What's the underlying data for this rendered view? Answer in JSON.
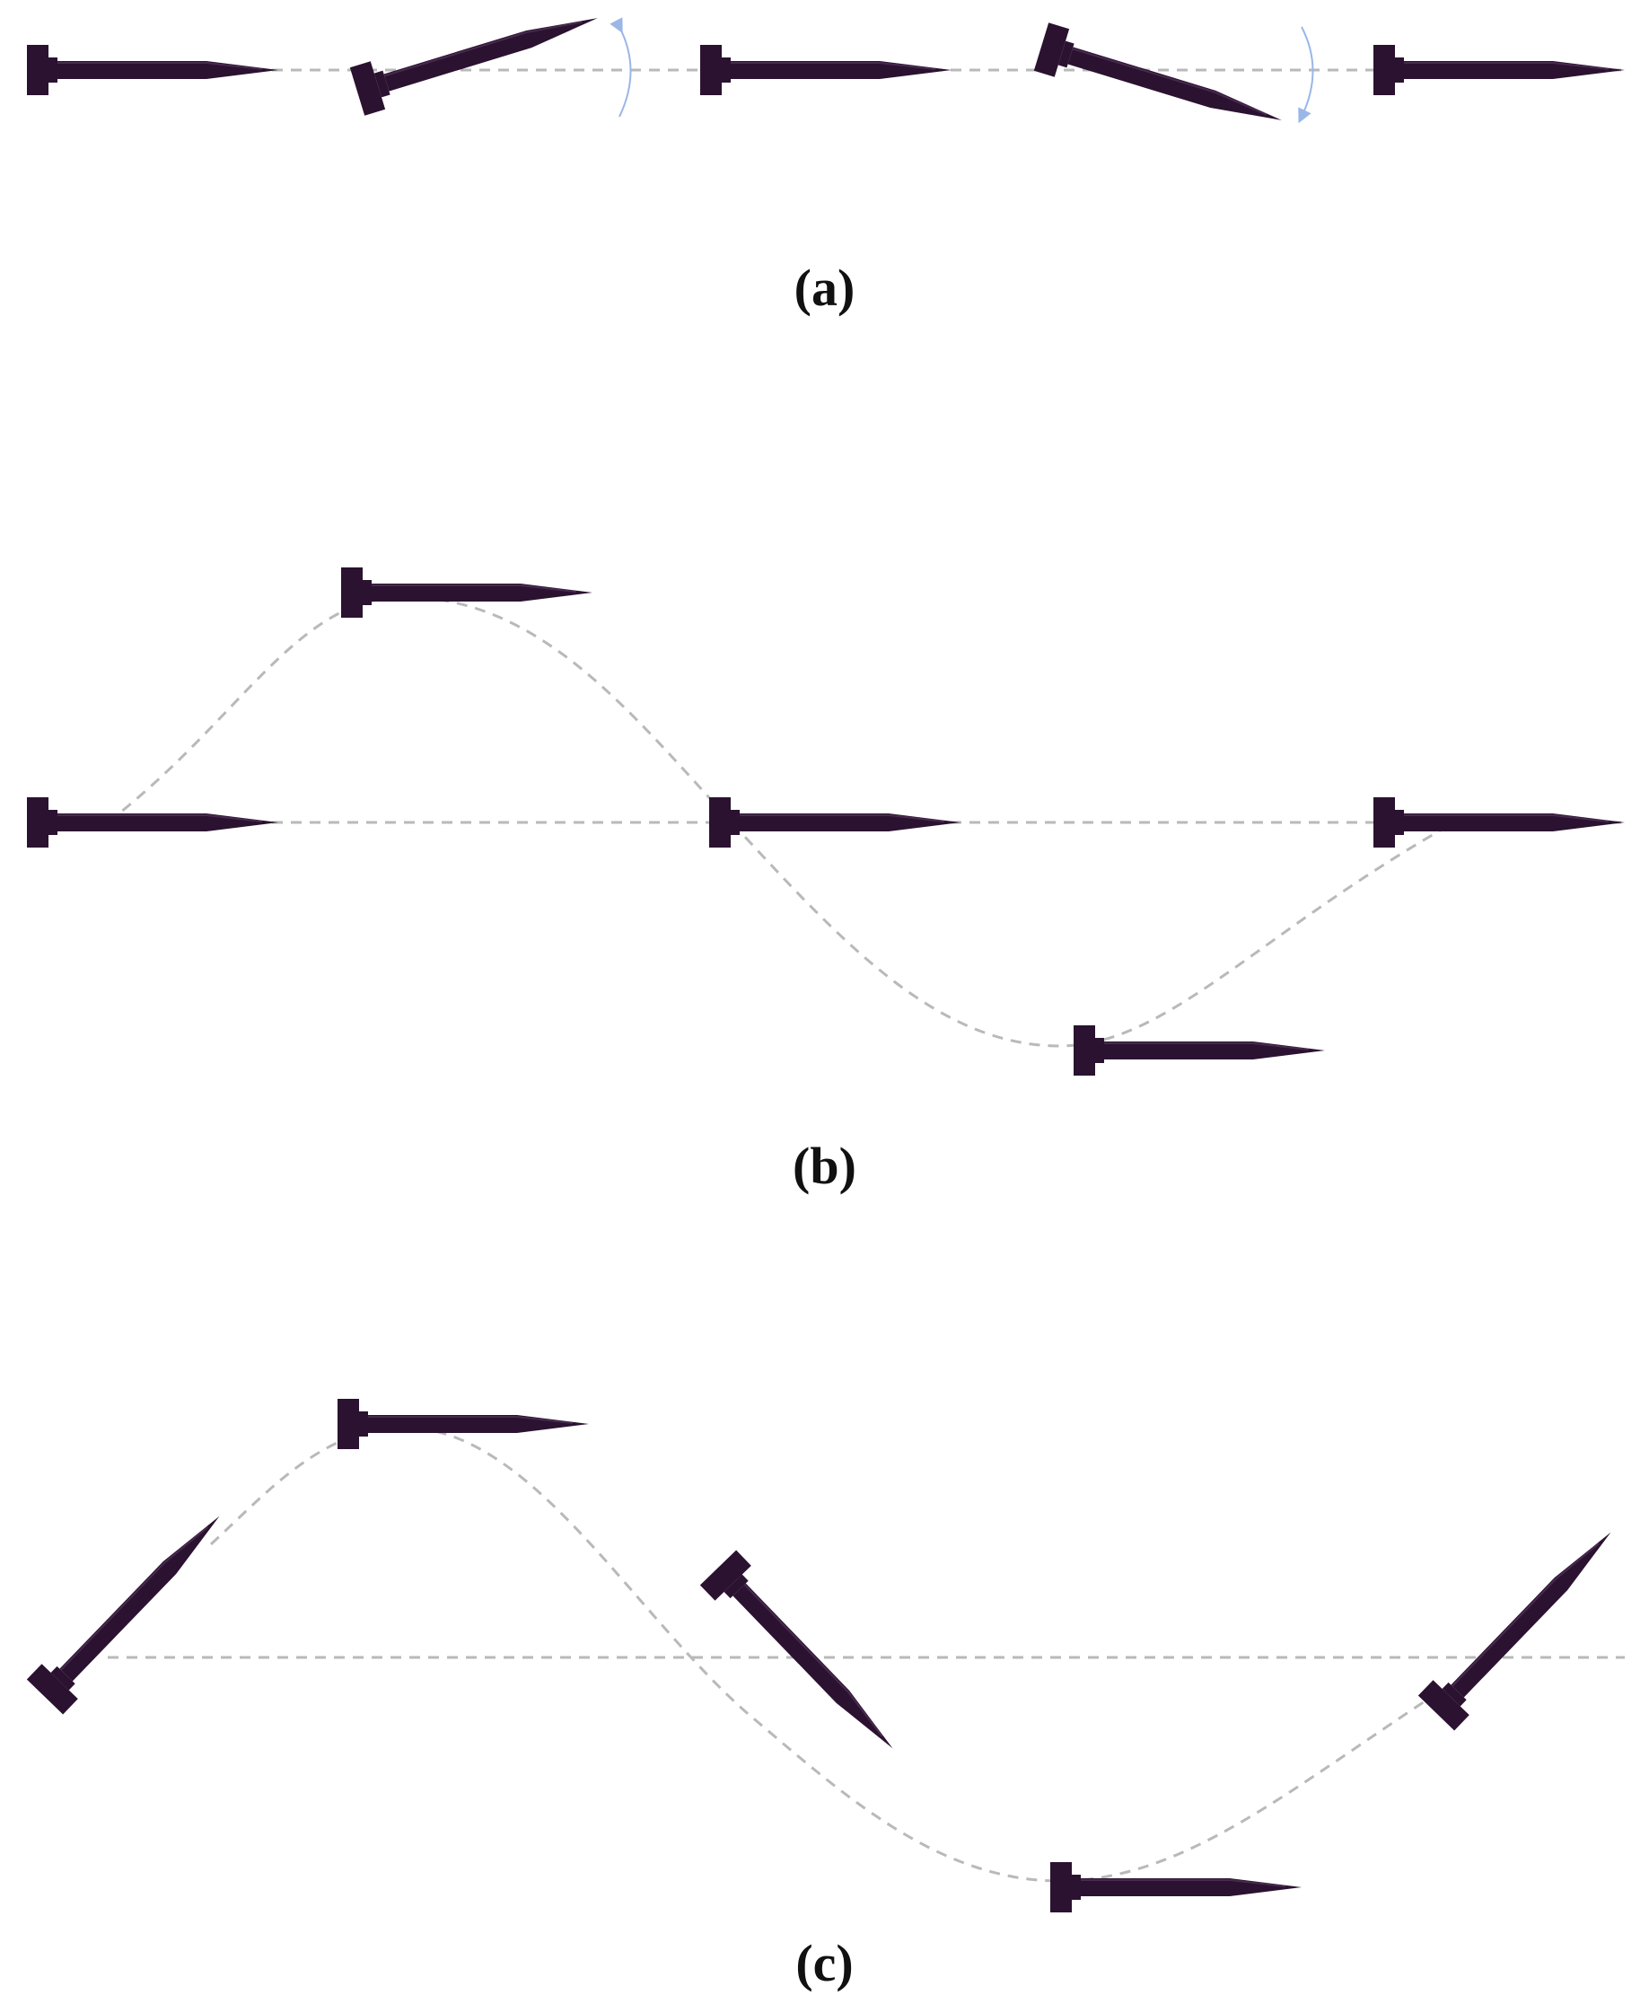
{
  "colors": {
    "nail_body": "#2b1230",
    "nail_highlight": "#5a3a62",
    "path_dash": "#b9b9b9",
    "rotation_arrow": "#9bb7e8"
  },
  "icons": {
    "nail": "nail-icon",
    "rotation": "curved-arrow-icon"
  },
  "panels": [
    {
      "id": "a",
      "label": "(a)",
      "nail_angles_deg": [
        0,
        -17,
        0,
        17,
        0
      ],
      "has_rotation_arrows": true
    },
    {
      "id": "b",
      "label": "(b)",
      "nail_angles_deg": [
        0,
        0,
        0,
        0,
        0
      ]
    },
    {
      "id": "c",
      "label": "(c)",
      "nail_angles_deg": [
        -46,
        0,
        46,
        0,
        -46
      ]
    }
  ]
}
